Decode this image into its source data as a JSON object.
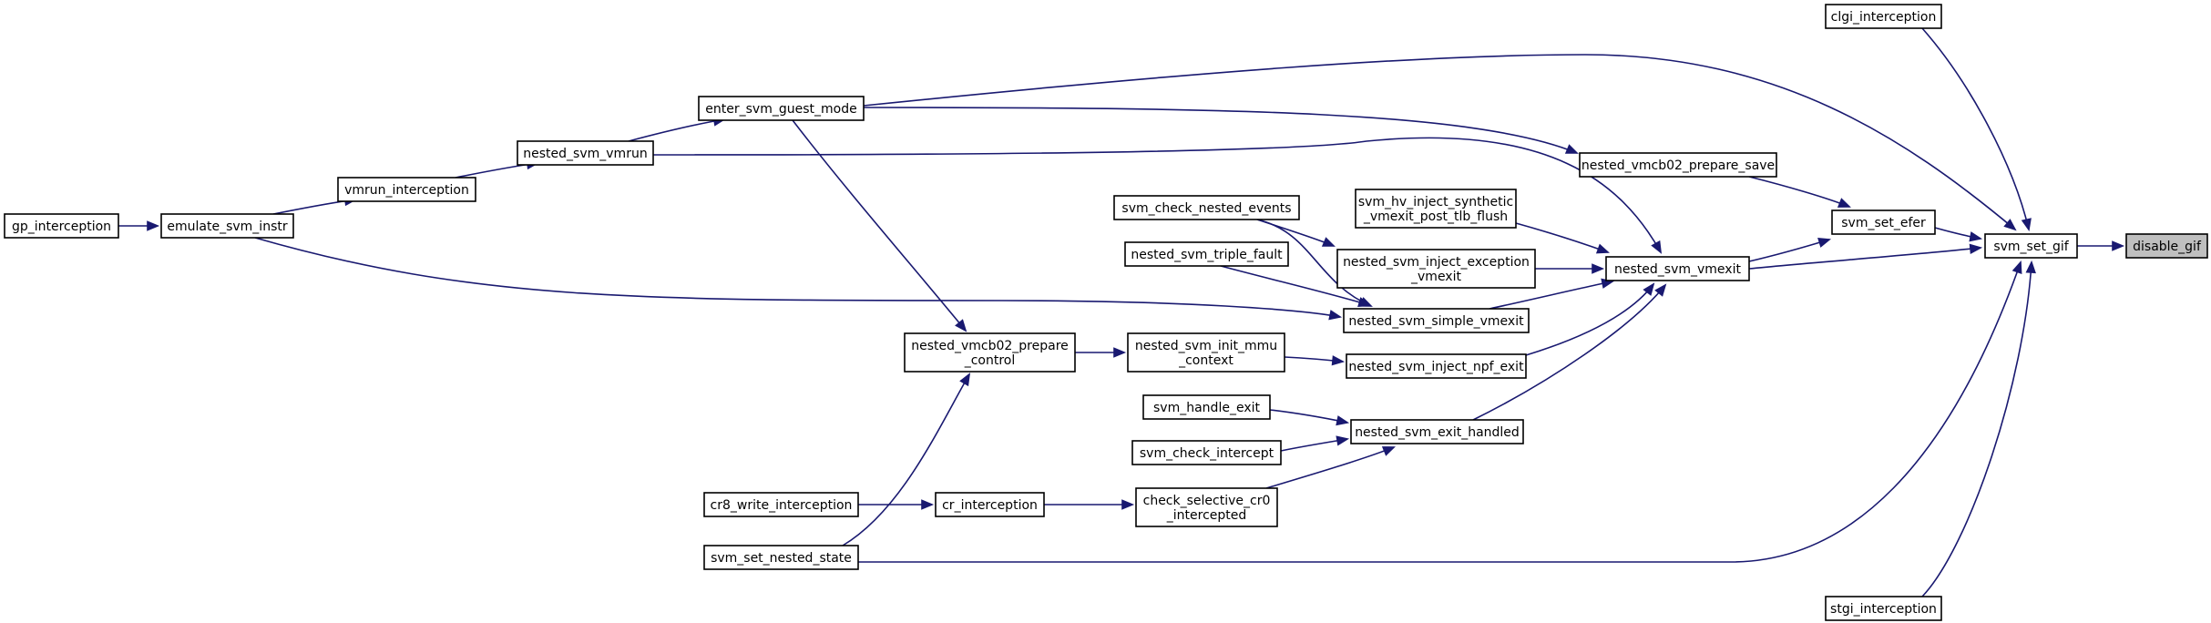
{
  "graph": {
    "type": "caller-graph",
    "colors": {
      "edge": "#191970",
      "root_fill": "#bfbfbf",
      "node_fill": "#ffffff",
      "node_border": "#000000"
    },
    "nodes": [
      {
        "id": "disable_gif",
        "lines": [
          "disable_gif"
        ],
        "root": true
      },
      {
        "id": "svm_set_gif",
        "lines": [
          "svm_set_gif"
        ]
      },
      {
        "id": "clgi_interception",
        "lines": [
          "clgi_interception"
        ]
      },
      {
        "id": "stgi_interception",
        "lines": [
          "stgi_interception"
        ]
      },
      {
        "id": "svm_set_efer",
        "lines": [
          "svm_set_efer"
        ]
      },
      {
        "id": "nested_vmcb02_prepare_save",
        "lines": [
          "nested_vmcb02_prepare_save"
        ]
      },
      {
        "id": "nested_svm_vmexit",
        "lines": [
          "nested_svm_vmexit"
        ]
      },
      {
        "id": "svm_hv_inject_synthetic_vmexit_post_tlb_flush",
        "lines": [
          "svm_hv_inject_synthetic",
          "_vmexit_post_tlb_flush"
        ]
      },
      {
        "id": "nested_svm_inject_exception_vmexit",
        "lines": [
          "nested_svm_inject_exception",
          "_vmexit"
        ]
      },
      {
        "id": "nested_svm_simple_vmexit",
        "lines": [
          "nested_svm_simple_vmexit"
        ]
      },
      {
        "id": "nested_svm_inject_npf_exit",
        "lines": [
          "nested_svm_inject_npf_exit"
        ]
      },
      {
        "id": "nested_svm_exit_handled",
        "lines": [
          "nested_svm_exit_handled"
        ]
      },
      {
        "id": "svm_check_nested_events",
        "lines": [
          "svm_check_nested_events"
        ]
      },
      {
        "id": "nested_svm_triple_fault",
        "lines": [
          "nested_svm_triple_fault"
        ]
      },
      {
        "id": "nested_svm_init_mmu_context",
        "lines": [
          "nested_svm_init_mmu",
          "_context"
        ]
      },
      {
        "id": "svm_handle_exit",
        "lines": [
          "svm_handle_exit"
        ]
      },
      {
        "id": "svm_check_intercept",
        "lines": [
          "svm_check_intercept"
        ]
      },
      {
        "id": "check_selective_cr0_intercepted",
        "lines": [
          "check_selective_cr0",
          "_intercepted"
        ]
      },
      {
        "id": "nested_vmcb02_prepare_control",
        "lines": [
          "nested_vmcb02_prepare",
          "_control"
        ]
      },
      {
        "id": "cr_interception",
        "lines": [
          "cr_interception"
        ]
      },
      {
        "id": "cr8_write_interception",
        "lines": [
          "cr8_write_interception"
        ]
      },
      {
        "id": "svm_set_nested_state",
        "lines": [
          "svm_set_nested_state"
        ]
      },
      {
        "id": "enter_svm_guest_mode",
        "lines": [
          "enter_svm_guest_mode"
        ]
      },
      {
        "id": "nested_svm_vmrun",
        "lines": [
          "nested_svm_vmrun"
        ]
      },
      {
        "id": "vmrun_interception",
        "lines": [
          "vmrun_interception"
        ]
      },
      {
        "id": "emulate_svm_instr",
        "lines": [
          "emulate_svm_instr"
        ]
      },
      {
        "id": "gp_interception",
        "lines": [
          "gp_interception"
        ]
      }
    ],
    "edges": [
      {
        "from": "svm_set_gif",
        "to": "disable_gif"
      },
      {
        "from": "clgi_interception",
        "to": "svm_set_gif"
      },
      {
        "from": "stgi_interception",
        "to": "svm_set_gif"
      },
      {
        "from": "svm_set_efer",
        "to": "svm_set_gif"
      },
      {
        "from": "nested_svm_vmexit",
        "to": "svm_set_gif"
      },
      {
        "from": "enter_svm_guest_mode",
        "to": "svm_set_gif"
      },
      {
        "from": "svm_set_nested_state",
        "to": "svm_set_gif"
      },
      {
        "from": "nested_vmcb02_prepare_save",
        "to": "svm_set_efer"
      },
      {
        "from": "nested_svm_vmexit",
        "to": "svm_set_efer"
      },
      {
        "from": "enter_svm_guest_mode",
        "to": "nested_vmcb02_prepare_save"
      },
      {
        "from": "svm_hv_inject_synthetic_vmexit_post_tlb_flush",
        "to": "nested_svm_vmexit"
      },
      {
        "from": "nested_svm_inject_exception_vmexit",
        "to": "nested_svm_vmexit"
      },
      {
        "from": "nested_svm_simple_vmexit",
        "to": "nested_svm_vmexit"
      },
      {
        "from": "nested_svm_inject_npf_exit",
        "to": "nested_svm_vmexit"
      },
      {
        "from": "nested_svm_exit_handled",
        "to": "nested_svm_vmexit"
      },
      {
        "from": "nested_svm_vmrun",
        "to": "nested_svm_vmexit"
      },
      {
        "from": "svm_check_nested_events",
        "to": "nested_svm_inject_exception_vmexit"
      },
      {
        "from": "svm_check_nested_events",
        "to": "nested_svm_simple_vmexit"
      },
      {
        "from": "nested_svm_triple_fault",
        "to": "nested_svm_simple_vmexit"
      },
      {
        "from": "emulate_svm_instr",
        "to": "nested_svm_simple_vmexit"
      },
      {
        "from": "nested_svm_init_mmu_context",
        "to": "nested_svm_inject_npf_exit"
      },
      {
        "from": "svm_handle_exit",
        "to": "nested_svm_exit_handled"
      },
      {
        "from": "svm_check_intercept",
        "to": "nested_svm_exit_handled"
      },
      {
        "from": "check_selective_cr0_intercepted",
        "to": "nested_svm_exit_handled"
      },
      {
        "from": "nested_vmcb02_prepare_control",
        "to": "nested_svm_init_mmu_context"
      },
      {
        "from": "cr_interception",
        "to": "check_selective_cr0_intercepted"
      },
      {
        "from": "cr8_write_interception",
        "to": "cr_interception"
      },
      {
        "from": "enter_svm_guest_mode",
        "to": "nested_vmcb02_prepare_control"
      },
      {
        "from": "svm_set_nested_state",
        "to": "nested_vmcb02_prepare_control"
      },
      {
        "from": "nested_svm_vmrun",
        "to": "enter_svm_guest_mode"
      },
      {
        "from": "vmrun_interception",
        "to": "nested_svm_vmrun"
      },
      {
        "from": "emulate_svm_instr",
        "to": "vmrun_interception"
      },
      {
        "from": "gp_interception",
        "to": "emulate_svm_instr"
      }
    ]
  }
}
